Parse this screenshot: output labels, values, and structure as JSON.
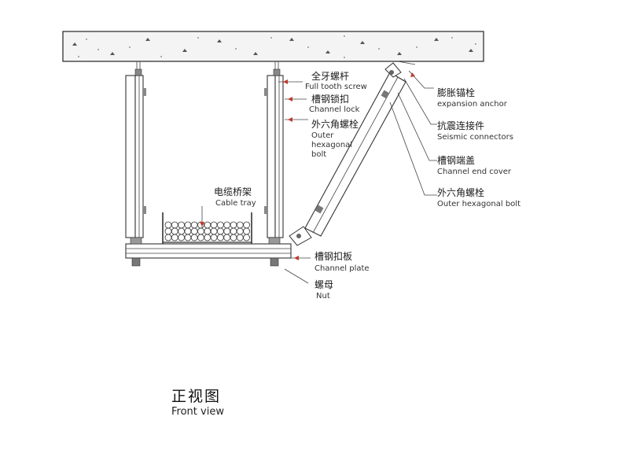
{
  "labels": {
    "full_tooth_screw": {
      "zh": "全牙螺杆",
      "en": "Full tooth screw"
    },
    "channel_lock": {
      "zh": "槽钢锁扣",
      "en": "Channel lock"
    },
    "outer_hex_bolt_left": {
      "zh": "外六角螺栓",
      "en_line1": "Outer",
      "en_line2": "hexagonal",
      "en_line3": "bolt"
    },
    "cable_tray": {
      "zh": "电缆桥架",
      "en": "Cable tray"
    },
    "channel_plate": {
      "zh": "槽钢扣板",
      "en": "Channel plate"
    },
    "nut": {
      "zh": "螺母",
      "en": "Nut"
    },
    "expansion_anchor": {
      "zh": "膨胀锚栓",
      "en": "expansion anchor"
    },
    "seismic_connectors": {
      "zh": "抗震连接件",
      "en": "Seismic connectors"
    },
    "channel_end_cover": {
      "zh": "槽钢端盖",
      "en": "Channel end cover"
    },
    "outer_hex_bolt_right": {
      "zh": "外六角螺栓",
      "en": "Outer hexagonal bolt"
    }
  },
  "view": {
    "zh": "正视图",
    "en": "Front view"
  },
  "colors": {
    "line": "#333333",
    "leader_arrow": "#c0392b",
    "concrete_fill": "#f4f4f4"
  }
}
